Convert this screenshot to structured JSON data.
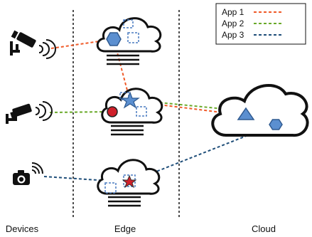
{
  "legend": {
    "items": [
      {
        "label": "App 1",
        "color": "#f05a28"
      },
      {
        "label": "App 2",
        "color": "#6aaa2a"
      },
      {
        "label": "App 3",
        "color": "#1f4e79"
      }
    ]
  },
  "columns": {
    "devices": "Devices",
    "edge": "Edge",
    "cloud": "Cloud"
  },
  "icons": {
    "devices": [
      "security-camera-icon",
      "security-camera-icon",
      "photo-camera-icon"
    ],
    "nodes": [
      "edge-cloud-icon",
      "edge-cloud-icon",
      "edge-cloud-icon",
      "cloud-icon"
    ],
    "markers": [
      "hexagon-marker",
      "star-marker",
      "circle-marker",
      "triangle-marker",
      "square-marker"
    ]
  },
  "colors": {
    "app1": "#f05a28",
    "app2": "#6aaa2a",
    "app3": "#1f4e79",
    "marker_fill": "#5b8fd0",
    "marker_red": "#d0202a"
  }
}
